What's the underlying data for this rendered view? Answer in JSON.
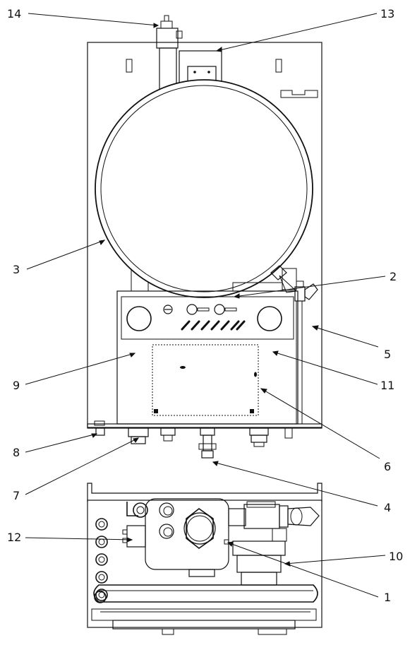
{
  "callouts": [
    "14",
    "13",
    "3",
    "2",
    "5",
    "9",
    "11",
    "6",
    "8",
    "7",
    "4",
    "12",
    "10",
    "1"
  ]
}
